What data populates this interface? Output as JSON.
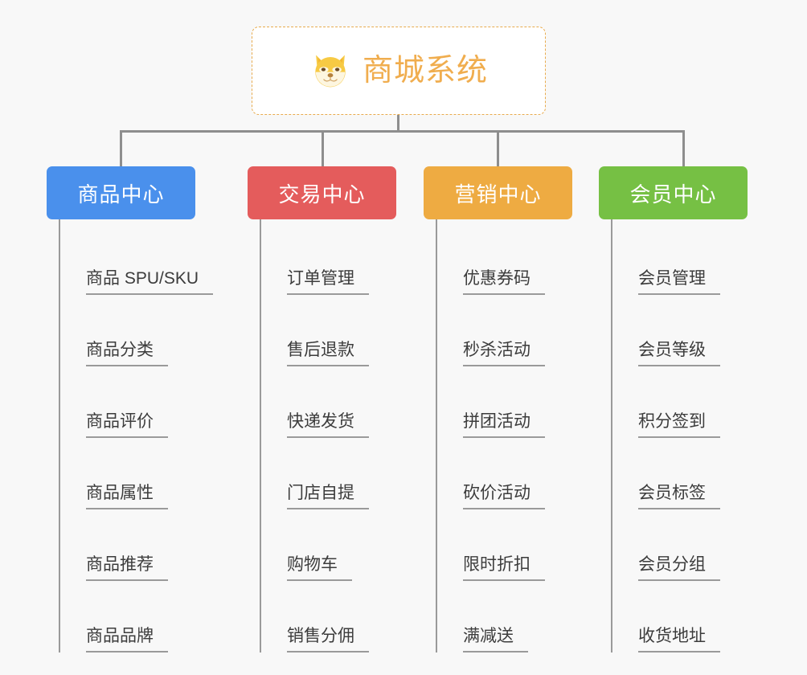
{
  "background_color": "#f8f8f8",
  "root": {
    "title": "商城系统",
    "icon": "shiba-dog-face-emoji",
    "text_color": "#f0ad4e",
    "border_color": "#e8ab4e"
  },
  "branches": [
    {
      "label": "商品中心",
      "color": "#4a90ec",
      "items": [
        "商品 SPU/SKU",
        "商品分类",
        "商品评价",
        "商品属性",
        "商品推荐",
        "商品品牌"
      ]
    },
    {
      "label": "交易中心",
      "color": "#e45c5c",
      "items": [
        "订单管理",
        "售后退款",
        "快递发货",
        "门店自提",
        "购物车",
        "销售分佣"
      ]
    },
    {
      "label": "营销中心",
      "color": "#eeab42",
      "items": [
        "优惠券码",
        "秒杀活动",
        "拼团活动",
        "砍价活动",
        "限时折扣",
        "满减送"
      ]
    },
    {
      "label": "会员中心",
      "color": "#76c044",
      "items": [
        "会员管理",
        "会员等级",
        "积分签到",
        "会员标签",
        "会员分组",
        "收货地址"
      ]
    }
  ]
}
